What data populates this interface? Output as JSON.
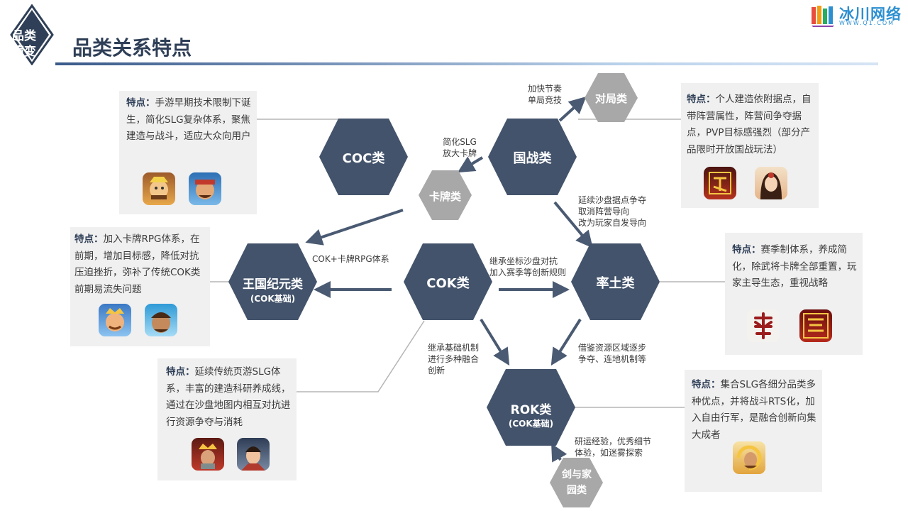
{
  "header": {
    "badge": "品类演变",
    "title": "品类关系特点",
    "logo": {
      "name": "冰川网络",
      "url": "WWW.Q1.COM"
    }
  },
  "nodes": {
    "coc": {
      "label": "COC类"
    },
    "guozhan": {
      "label": "国战类"
    },
    "duiju": {
      "label": "对局类"
    },
    "kapai": {
      "label": "卡牌类"
    },
    "wangguo": {
      "label": "王国纪元类",
      "sub": "(COK基础)"
    },
    "cok": {
      "label": "COK类"
    },
    "shuaitu": {
      "label": "率土类"
    },
    "rok": {
      "label": "ROK类",
      "sub": "(COK基础)"
    },
    "jianyu": {
      "label": "剑与家园类"
    }
  },
  "edges": {
    "to_duiju": "加快节奏\n单局竞技",
    "to_kapai": "简化SLG\n放大卡牌",
    "to_shuaitu": "延续沙盘据点争夺\n取消阵营导向\n改为玩家自发导向",
    "to_wangguo": "COK+卡牌RPG体系",
    "cok_to_shuaitu": "继承坐标沙盘对抗\n加入赛季等创新规则",
    "cok_to_rok": "继承基础机制\n进行多种融合\n创新",
    "shuaitu_to_rok": "借鉴资源区域逐步\n争夺、连地机制等",
    "jianyu_to_rok": "研运经验，优秀细节\n体验，如迷雾探索"
  },
  "panels": {
    "coc": {
      "key": "特点：",
      "text": "手游早期技术限制下诞生，简化SLG复杂体系，聚焦建造与战斗，适应大众向用户"
    },
    "guozhan": {
      "key": "特点：",
      "text": "个人建造依附据点，自带阵营属性，阵营间争夺据点，PVP目标感强烈（部分产品限时开放国战玩法）"
    },
    "wangguo": {
      "key": "特点：",
      "text": "加入卡牌RPG体系，在前期，增加目标感，降低对抗压迫挫折，弥补了传统COK类前期易流失问题"
    },
    "shuaitu": {
      "key": "特点：",
      "text": "赛季制体系，养成简化，除武将卡牌全部重置，玩家主导生态，重视战略"
    },
    "cok": {
      "key": "特点：",
      "text": "延续传统页游SLG体系，丰富的建造科研养成线，通过在沙盘地图内相互对抗进行资源争夺与消耗"
    },
    "rok": {
      "key": "特点：",
      "text": "集合SLG各细分品类多种优点，并将战斗RTS化，加入自由行军，是融合创新向集大成者"
    }
  },
  "icons": {
    "coc": [
      "clash-of-clans-icon",
      "boom-beach-icon"
    ],
    "guozhan": [
      "gong-attack-icon",
      "heroine-portrait-icon"
    ],
    "wangguo": [
      "lords-mobile-icon",
      "caveman-icon"
    ],
    "shuaitu": [
      "shuai-calligraphy-icon",
      "sanguozhi-strategy-icon"
    ],
    "cok": [
      "clash-of-kings-icon",
      "warrior-portrait-icon"
    ],
    "rok": [
      "rise-of-kingdoms-icon"
    ]
  },
  "colors": {
    "hex_main": "#43536b",
    "hex_minor": "#a8a8a8",
    "panel_bg": "#f0f0f0",
    "accent": "#2f3f57",
    "logo": "#2d8fd0"
  }
}
